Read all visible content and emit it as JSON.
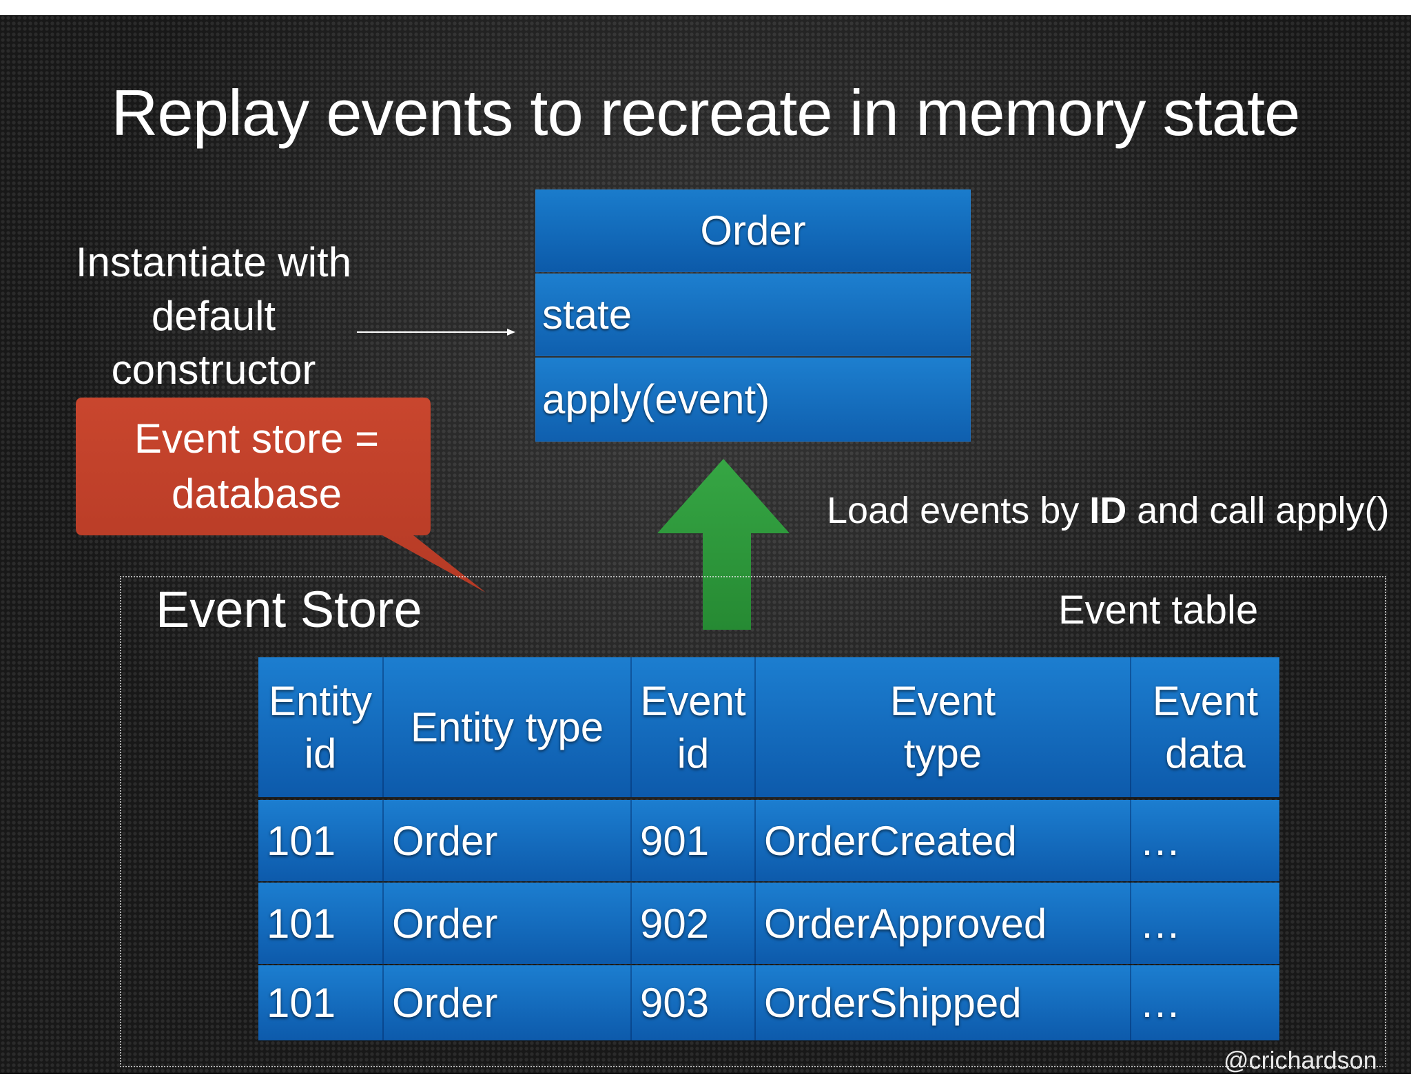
{
  "title": "Replay events to recreate in memory state",
  "instantiate_label": [
    "Instantiate with",
    "default",
    "constructor"
  ],
  "order_class": {
    "name": "Order",
    "field": "state",
    "method": "apply(event)"
  },
  "callout": {
    "line1": "Event store =",
    "line2": "database",
    "color": "#c2402a"
  },
  "load_events": {
    "prefix": "Load events by ",
    "bold": "ID",
    "suffix": " and call apply()"
  },
  "arrow_color": "#2e9a3c",
  "event_store": {
    "title": "Event Store",
    "table_caption": "Event table",
    "headers": [
      [
        "Entity",
        "id"
      ],
      [
        "Entity type"
      ],
      [
        "Event",
        "id"
      ],
      [
        "Event",
        "type"
      ],
      [
        "Event",
        "data"
      ]
    ],
    "rows": [
      [
        "101",
        "Order",
        "901",
        "OrderCreated",
        "…"
      ],
      [
        "101",
        "Order",
        "902",
        "OrderApproved",
        "…"
      ],
      [
        "101",
        "Order",
        "903",
        "OrderShipped",
        "…"
      ]
    ]
  },
  "handle": "@crichardson"
}
